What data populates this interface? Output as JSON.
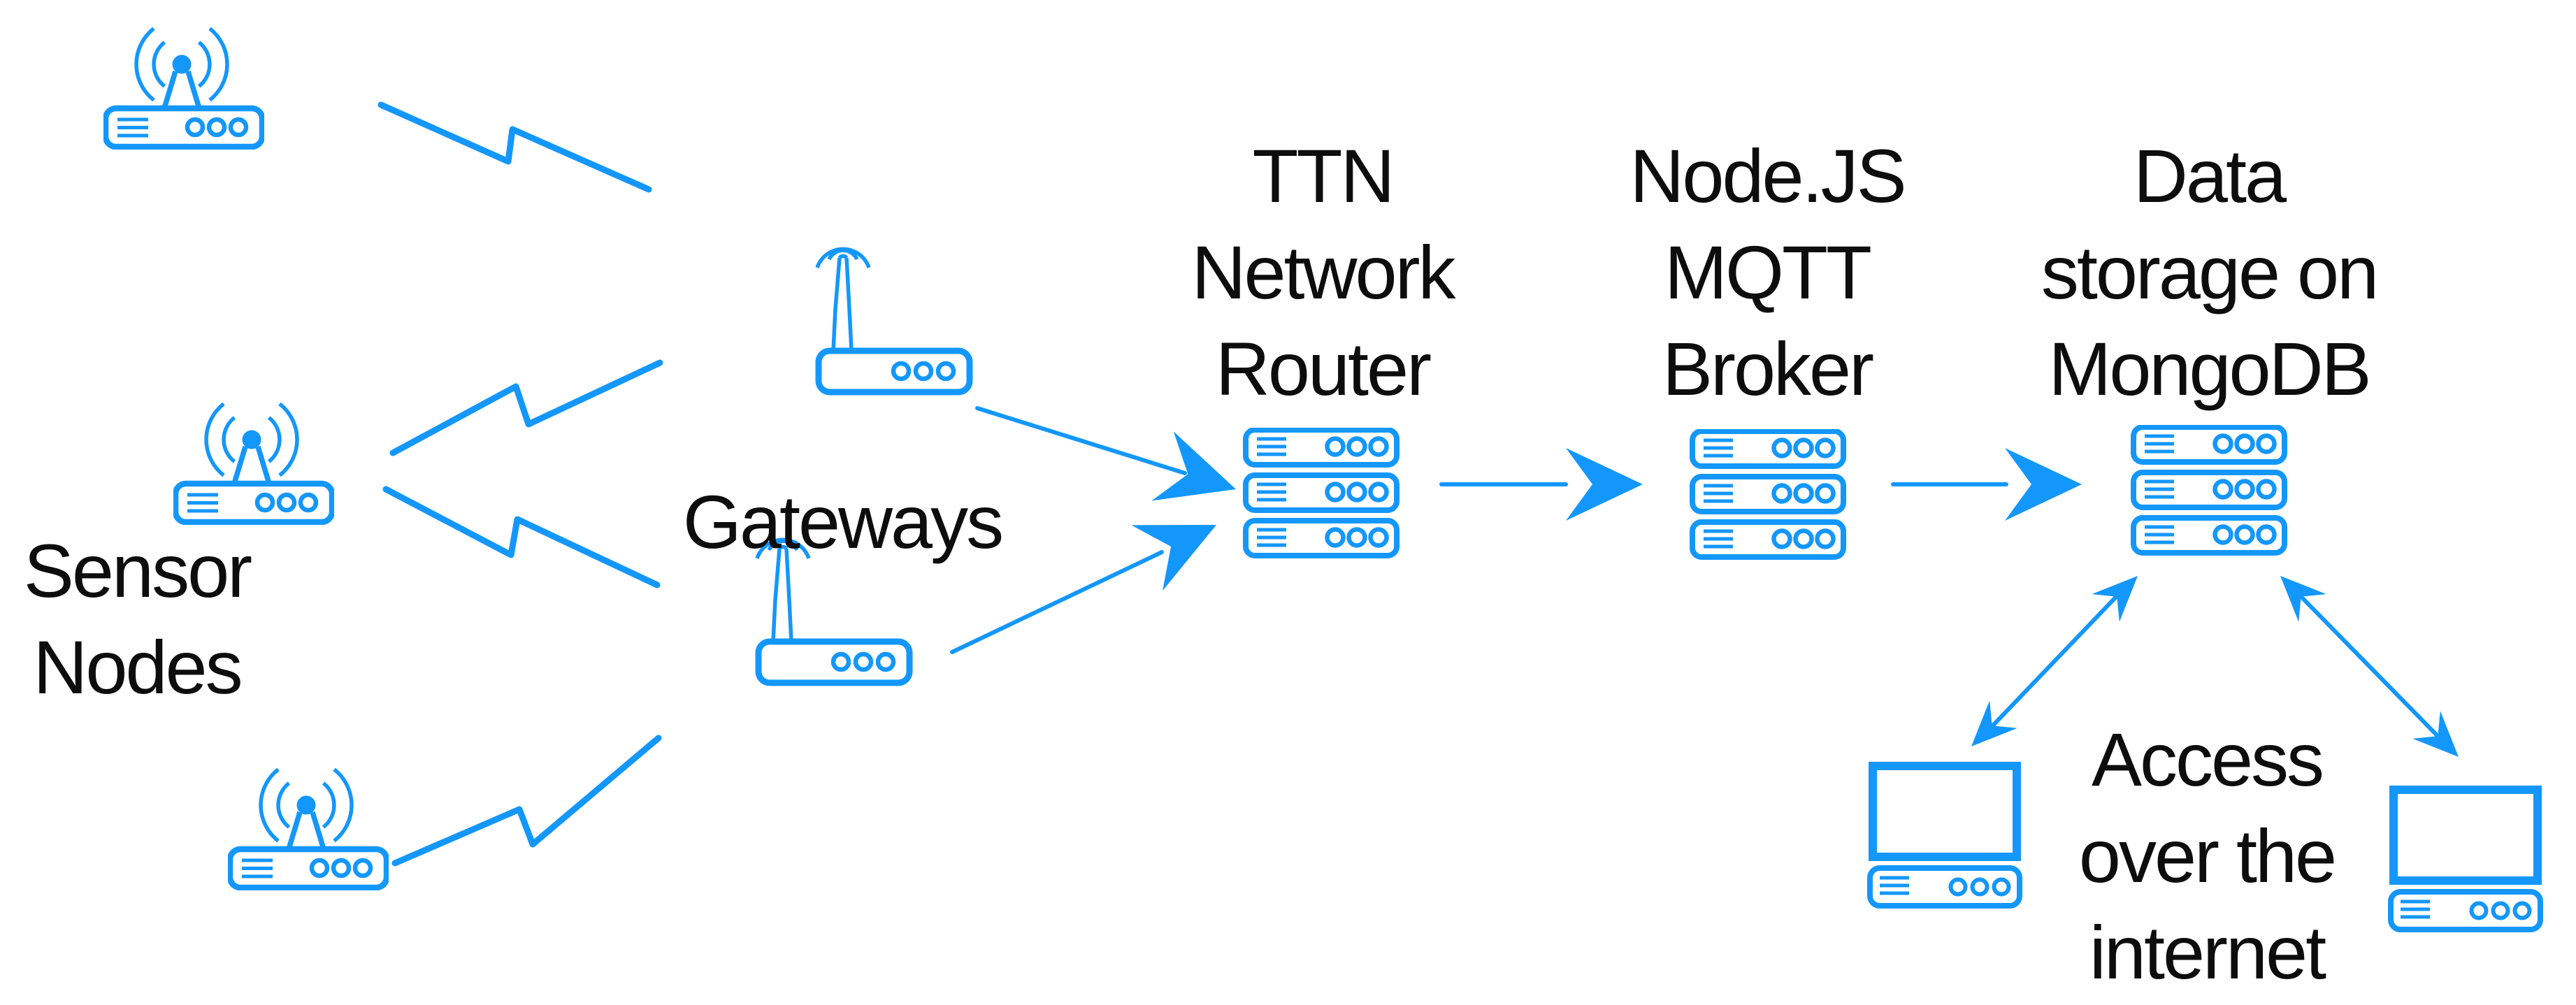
{
  "diagram": {
    "type": "network-architecture",
    "background_color": "#ffffff",
    "accent_color": "#1497fb",
    "text_color": "#0d0d0d",
    "labels": {
      "sensor_nodes": {
        "lines": [
          "Sensor",
          "Nodes"
        ]
      },
      "gateways": {
        "lines": [
          "Gateways"
        ]
      },
      "ttn": {
        "lines": [
          "TTN",
          "Network",
          "Router"
        ]
      },
      "mqtt": {
        "lines": [
          "Node.JS",
          "MQTT",
          "Broker"
        ]
      },
      "mongo": {
        "lines": [
          "Data",
          "storage on",
          "MongoDB"
        ]
      },
      "access": {
        "lines": [
          "Access",
          "over the",
          "internet"
        ]
      }
    },
    "icons": {
      "sensor_node": "wireless-sensor-node-icon",
      "gateway": "antenna-router-icon",
      "server_stack": "server-stack-icon",
      "computer": "desktop-computer-icon"
    },
    "connections": [
      {
        "from": "sensor-node-1",
        "to": "gateway-1",
        "style": "lightning-bolt"
      },
      {
        "from": "sensor-node-2",
        "to": "gateway-1",
        "style": "lightning-bolt"
      },
      {
        "from": "sensor-node-2",
        "to": "gateway-2",
        "style": "lightning-bolt"
      },
      {
        "from": "sensor-node-3",
        "to": "gateway-2",
        "style": "lightning-bolt"
      },
      {
        "from": "gateway-1",
        "to": "ttn-router",
        "style": "arrow"
      },
      {
        "from": "gateway-2",
        "to": "ttn-router",
        "style": "arrow"
      },
      {
        "from": "ttn-router",
        "to": "mqtt-broker",
        "style": "arrow"
      },
      {
        "from": "mqtt-broker",
        "to": "mongodb",
        "style": "arrow"
      },
      {
        "from": "mongodb",
        "to": "computer-left",
        "style": "double-arrow"
      },
      {
        "from": "mongodb",
        "to": "computer-right",
        "style": "double-arrow"
      }
    ]
  }
}
